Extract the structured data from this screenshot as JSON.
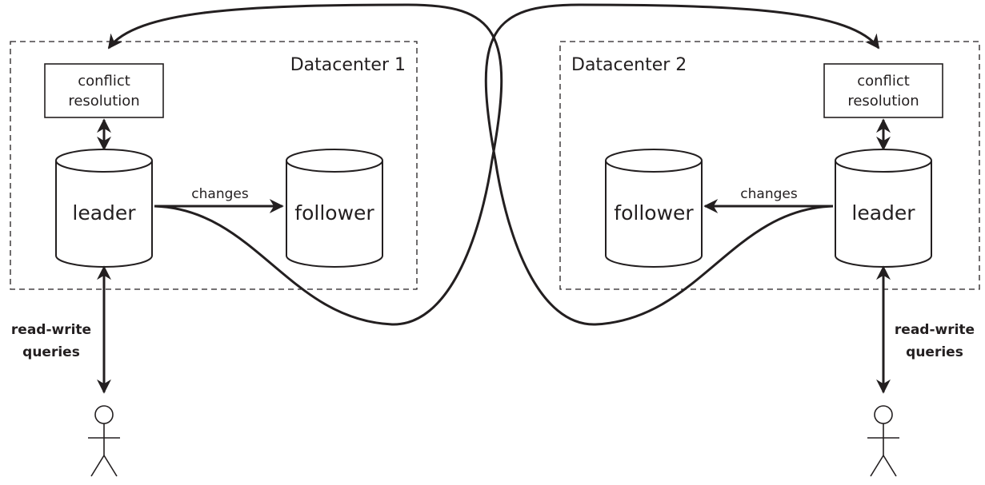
{
  "datacenters": [
    {
      "title": "Datacenter 1",
      "conflict_line1": "conflict",
      "conflict_line2": "resolution",
      "leader_label": "leader",
      "follower_label": "follower",
      "changes_label": "changes",
      "client_line1": "read-write",
      "client_line2": "queries"
    },
    {
      "title": "Datacenter 2",
      "conflict_line1": "conflict",
      "conflict_line2": "resolution",
      "leader_label": "leader",
      "follower_label": "follower",
      "changes_label": "changes",
      "client_line1": "read-write",
      "client_line2": "queries"
    }
  ],
  "colors": {
    "ink": "#231f20",
    "background": "#ffffff"
  }
}
